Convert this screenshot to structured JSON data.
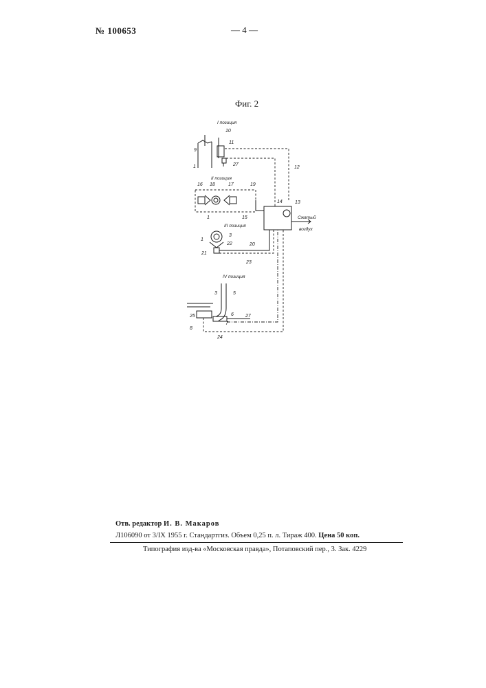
{
  "header": {
    "patent_number": "№ 100653",
    "page_number": "— 4 —"
  },
  "figure": {
    "title": "Фиг. 2",
    "positions": {
      "p1": "I позиция",
      "p2": "II позиция",
      "p3": "III позиция",
      "p4": "IV позиция"
    },
    "air_label": [
      "Сжатый",
      "воздух"
    ],
    "callouts": {
      "n1a": "1",
      "n1b": "1",
      "n1c": "1",
      "n3a": "3",
      "n3b": "3",
      "n5": "5",
      "n6": "6",
      "n7": "7",
      "n8": "8",
      "n9": "9",
      "n10": "10",
      "n11": "11",
      "n12": "12",
      "n13": "13",
      "n14": "14",
      "n15": "15",
      "n16": "16",
      "n17": "17",
      "n18": "18",
      "n19": "19",
      "n20": "20",
      "n21": "21",
      "n22": "22",
      "n23": "23",
      "n24": "24",
      "n25": "25",
      "n27a": "27",
      "n27b": "27"
    }
  },
  "footer": {
    "editor_label": "Отв. редактор",
    "editor_name": "И. В. Макаров",
    "line2_main": "Л106090 от 3/IX 1955 г.   Стандартгиз.   Объем 0,25 п. л.    Тираж 400.",
    "line2_price": "Цена 50 коп.",
    "line3": "Типография изд-ва «Московская правда», Потаповский пер., 3. Зак. 4229"
  }
}
